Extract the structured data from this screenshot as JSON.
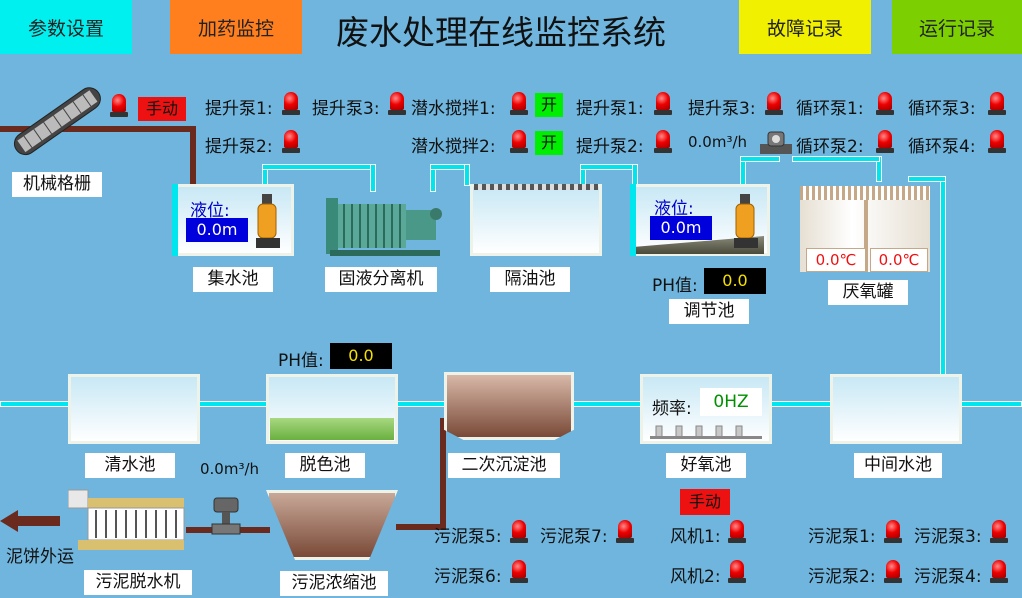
{
  "header": {
    "title": "废水处理在线监控系统",
    "buttons": {
      "params": "参数设置",
      "dosing": "加药监控",
      "faults": "故障记录",
      "run_log": "运行记录"
    },
    "colors": {
      "params": "#00f0f0",
      "dosing": "#ff7f1f",
      "faults": "#f0f000",
      "run_log": "#7ccf00"
    }
  },
  "units": {
    "grille": "机械格栅",
    "collection_pool": "集水池",
    "separator": "固液分离机",
    "oil_pool": "隔油池",
    "adjust_pool": "调节池",
    "anaerobic": "厌氧罐",
    "clear_pool": "清水池",
    "decolor_pool": "脱色池",
    "secondary_sed": "二次沉淀池",
    "aerobic_pool": "好氧池",
    "mid_pool": "中间水池",
    "dewater": "污泥脱水机",
    "thickener": "污泥浓缩池",
    "cake_out": "泥饼外运"
  },
  "top_status": {
    "manual": "手动",
    "lift1": "提升泵1:",
    "lift2": "提升泵2:",
    "lift3": "提升泵3:",
    "mixer1": "潜水搅拌1:",
    "mixer2": "潜水搅拌2:",
    "mixer_state": "开",
    "lift1b": "提升泵1:",
    "lift2b": "提升泵2:",
    "lift3b": "提升泵3:",
    "flow": "0.0m³/h",
    "circ1": "循环泵1:",
    "circ2": "循环泵2:",
    "circ3": "循环泵3:",
    "circ4": "循环泵4:"
  },
  "readings": {
    "level_label": "液位:",
    "collection_level": "0.0m",
    "adjust_level": "0.0m",
    "ph_label": "PH值:",
    "adjust_ph": "0.0",
    "decolor_ph": "0.0",
    "temp1": "0.0℃",
    "temp2": "0.0℃",
    "freq_label": "频率:",
    "freq": "0HZ",
    "sludge_flow": "0.0m³/h"
  },
  "bottom_status": {
    "manual": "手动",
    "sludge5": "污泥泵5:",
    "sludge6": "污泥泵6:",
    "sludge7": "污泥泵7:",
    "fan1": "风机1:",
    "fan2": "风机2:",
    "sludge1": "污泥泵1:",
    "sludge2": "污泥泵2:",
    "sludge3": "污泥泵3:",
    "sludge4": "污泥泵4:"
  }
}
